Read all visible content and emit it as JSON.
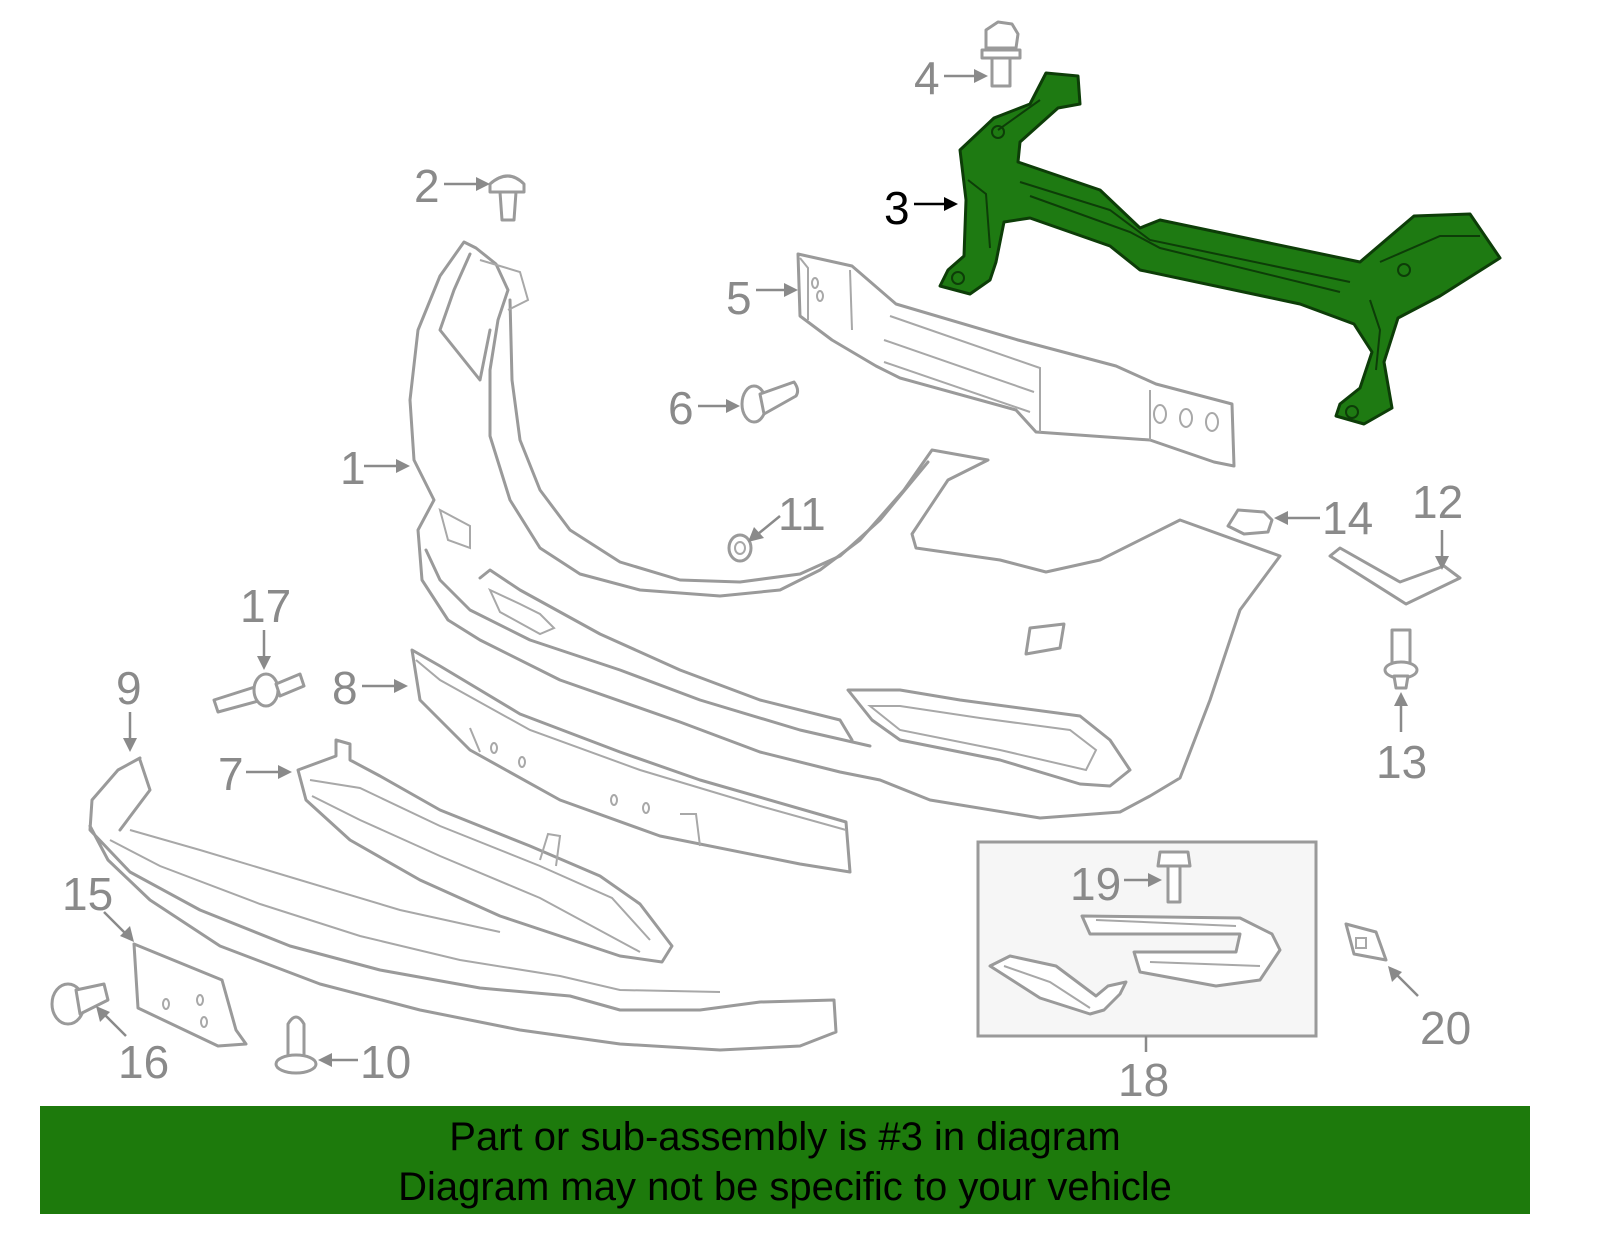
{
  "diagram": {
    "highlighted_part": "3",
    "highlight_color": "#1e7a12",
    "part_color": "#9a9a9a",
    "callouts": [
      {
        "id": "c1",
        "label": "1"
      },
      {
        "id": "c2",
        "label": "2"
      },
      {
        "id": "c3",
        "label": "3"
      },
      {
        "id": "c4",
        "label": "4"
      },
      {
        "id": "c5",
        "label": "5"
      },
      {
        "id": "c6",
        "label": "6"
      },
      {
        "id": "c7",
        "label": "7"
      },
      {
        "id": "c8",
        "label": "8"
      },
      {
        "id": "c9",
        "label": "9"
      },
      {
        "id": "c10",
        "label": "10"
      },
      {
        "id": "c11",
        "label": "11"
      },
      {
        "id": "c12",
        "label": "12"
      },
      {
        "id": "c13",
        "label": "13"
      },
      {
        "id": "c14",
        "label": "14"
      },
      {
        "id": "c15",
        "label": "15"
      },
      {
        "id": "c16",
        "label": "16"
      },
      {
        "id": "c17",
        "label": "17"
      },
      {
        "id": "c18",
        "label": "18"
      },
      {
        "id": "c19",
        "label": "19"
      },
      {
        "id": "c20",
        "label": "20"
      }
    ]
  },
  "banner": {
    "line1": "Part or sub-assembly is #3 in diagram",
    "line2": "Diagram may not be specific to your vehicle",
    "background": "#1d7a0c"
  }
}
